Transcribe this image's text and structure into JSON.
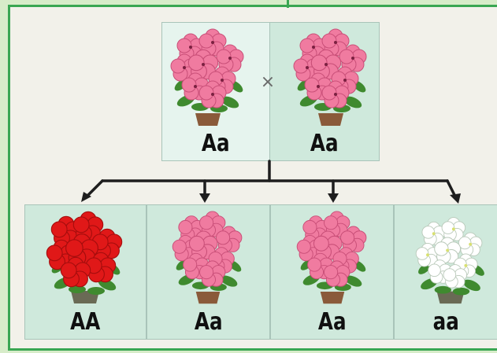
{
  "parents": [
    {
      "genotype": "Aa",
      "color": "pink"
    },
    {
      "genotype": "Aa",
      "color": "pink"
    }
  ],
  "cross_symbol": "×",
  "offspring": [
    {
      "genotype": "AA",
      "color": "red"
    },
    {
      "genotype": "Aa",
      "color": "pink"
    },
    {
      "genotype": "Aa",
      "color": "pink"
    },
    {
      "genotype": "aa",
      "color": "white"
    }
  ],
  "colors": {
    "frame": "#39a652",
    "pink": "#f07ba0",
    "red": "#e01818",
    "white": "#ffffff",
    "panel": "#cfe9dc",
    "panel_light": "#e6f4ee",
    "arrow": "#1e1e1e"
  }
}
